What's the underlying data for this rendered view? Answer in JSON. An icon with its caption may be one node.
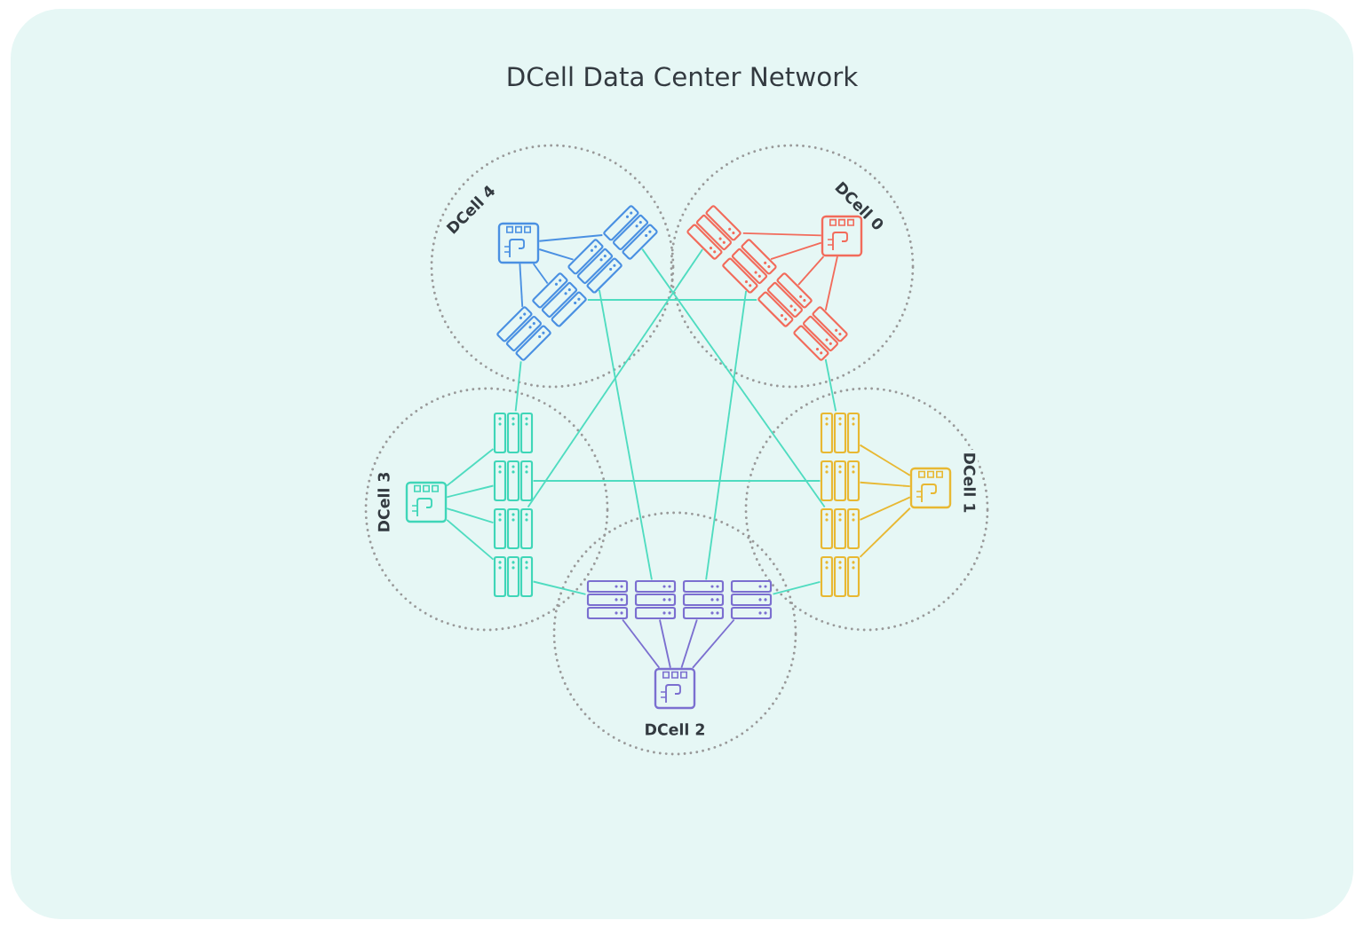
{
  "diagram": {
    "title": "DCell Data Center Network",
    "nodes": [
      {
        "text": [
          "DCell 4"
        ]
      },
      {
        "text": [],
        "shape": "picture",
        "in": 0
      },
      {
        "text": [],
        "shape": "picture",
        "in": 0
      },
      {
        "text": [],
        "shape": "picture",
        "in": 0
      },
      {
        "text": [],
        "shape": "picture",
        "in": 0
      },
      {
        "text": [],
        "shape": "picture",
        "in": 0
      },
      {
        "text": [
          "DCell 0"
        ]
      },
      {
        "text": [],
        "shape": "picture",
        "in": 6
      },
      {
        "text": [],
        "shape": "picture",
        "in": 6
      },
      {
        "text": [],
        "shape": "picture",
        "in": 6
      },
      {
        "text": [],
        "shape": "picture",
        "in": 6
      },
      {
        "text": [],
        "shape": "picture",
        "in": 6
      },
      {
        "text": [
          "DCell 3"
        ]
      },
      {
        "text": [],
        "shape": "picture",
        "in": 12
      },
      {
        "text": [],
        "shape": "picture",
        "in": 12
      },
      {
        "text": [],
        "shape": "picture",
        "in": 12
      },
      {
        "text": [],
        "shape": "picture",
        "in": 12
      },
      {
        "text": [],
        "shape": "picture",
        "in": 12
      },
      {
        "text": [
          "DCell 1"
        ]
      },
      {
        "text": [],
        "shape": "picture",
        "in": 18
      },
      {
        "text": [],
        "shape": "picture",
        "in": 18
      },
      {
        "text": [],
        "shape": "picture",
        "in": 18
      },
      {
        "text": [],
        "shape": "picture",
        "in": 18
      },
      {
        "text": [],
        "shape": "picture",
        "in": 18
      },
      {
        "text": [
          "DCell 2"
        ]
      },
      {
        "text": [],
        "shape": "picture",
        "in": 24
      },
      {
        "text": [],
        "shape": "picture",
        "in": 24
      },
      {
        "text": [],
        "shape": "picture",
        "in": 24
      },
      {
        "text": [],
        "shape": "picture",
        "in": 24
      },
      {
        "text": [],
        "shape": "picture",
        "in": 24
      }
    ],
    "edges": [
      {
        "from": 1,
        "to": 2,
        "arrow": "none",
        "color": "#4a90e2"
      },
      {
        "from": 1,
        "to": 3,
        "arrow": "none",
        "color": "#4a90e2"
      },
      {
        "from": 1,
        "to": 4,
        "arrow": "none",
        "color": "#4a90e2"
      },
      {
        "from": 1,
        "to": 5,
        "arrow": "none",
        "color": "#4a90e2"
      },
      {
        "from": 7,
        "to": 8,
        "arrow": "none",
        "color": "#f26b5b"
      },
      {
        "from": 7,
        "to": 9,
        "arrow": "none",
        "color": "#f26b5b"
      },
      {
        "from": 7,
        "to": 10,
        "arrow": "none",
        "color": "#f26b5b"
      },
      {
        "from": 7,
        "to": 11,
        "arrow": "none",
        "color": "#f26b5b"
      },
      {
        "from": 13,
        "to": 14,
        "arrow": "none"
      },
      {
        "from": 13,
        "to": 15,
        "arrow": "none"
      },
      {
        "from": 13,
        "to": 16,
        "arrow": "none"
      },
      {
        "from": 13,
        "to": 17,
        "arrow": "none"
      },
      {
        "from": 19,
        "to": 20,
        "arrow": "none",
        "color": "#e8b832"
      },
      {
        "from": 19,
        "to": 21,
        "arrow": "none",
        "color": "#e8b832"
      },
      {
        "from": 19,
        "to": 22,
        "arrow": "none",
        "color": "#e8b832"
      },
      {
        "from": 19,
        "to": 23,
        "arrow": "none",
        "color": "#e8b832"
      },
      {
        "from": 25,
        "to": 26,
        "arrow": "none",
        "color": "#7b6fd0"
      },
      {
        "from": 25,
        "to": 27,
        "arrow": "none",
        "color": "#7b6fd0"
      },
      {
        "from": 25,
        "to": 28,
        "arrow": "none",
        "color": "#7b6fd0"
      },
      {
        "from": 25,
        "to": 29,
        "arrow": "none",
        "color": "#7b6fd0"
      },
      {
        "from": 4,
        "to": 10,
        "arrow": "none"
      },
      {
        "from": 5,
        "to": 14,
        "arrow": "none"
      },
      {
        "from": 3,
        "to": 27,
        "arrow": "none"
      },
      {
        "from": 2,
        "to": 22,
        "arrow": "none"
      },
      {
        "from": 8,
        "to": 16,
        "arrow": "none"
      },
      {
        "from": 9,
        "to": 28,
        "arrow": "none"
      },
      {
        "from": 11,
        "to": 20,
        "arrow": "none"
      },
      {
        "from": 17,
        "to": 26,
        "arrow": "none"
      },
      {
        "from": 15,
        "to": 21,
        "arrow": "none"
      },
      {
        "from": 23,
        "to": 29,
        "arrow": "none"
      }
    ]
  }
}
